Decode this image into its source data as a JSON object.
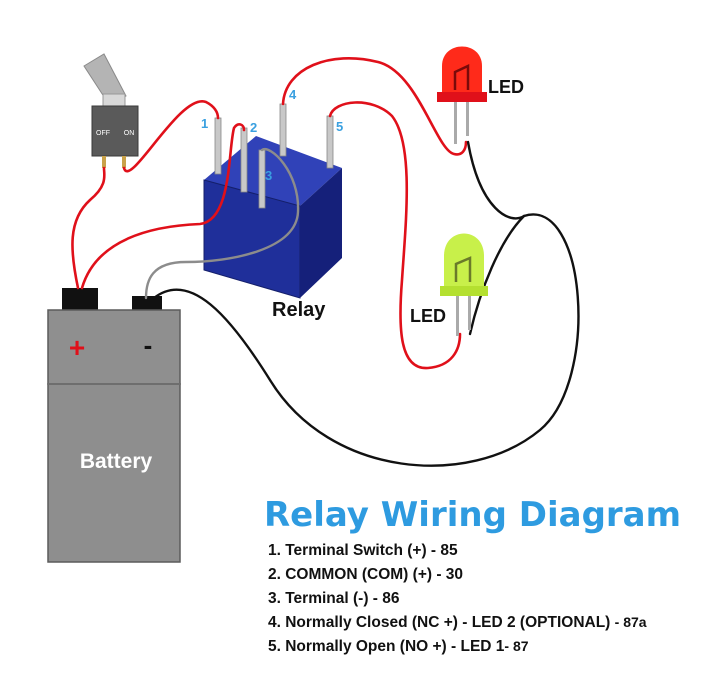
{
  "diagram": {
    "title": "Relay Wiring Diagram",
    "relay_label": "Relay",
    "battery_label": "Battery",
    "battery_plus": "+",
    "battery_minus": "-",
    "switch_off": "OFF",
    "switch_on": "ON",
    "led_top_label": "LED",
    "led_bottom_label": "LED",
    "pins": [
      "1",
      "2",
      "3",
      "4",
      "5"
    ],
    "legend": [
      {
        "text": "1. Terminal Switch (+) - 85",
        "code": ""
      },
      {
        "text": "2. COMMON (COM) (+) - 30",
        "code": ""
      },
      {
        "text": "3. Terminal (-) - 86",
        "code": ""
      },
      {
        "text": "4. Normally Closed (NC +) - LED 2 (OPTIONAL) ",
        "code": "- 87a"
      },
      {
        "text": "5. Normally Open (NO +) - LED 1",
        "code": "- 87"
      }
    ]
  },
  "colors": {
    "title": "#2e9be0",
    "pin_labels": "#3aa0e0",
    "wire_red": "#e0101a",
    "wire_black": "#111111",
    "relay_body": "#1f2f9a",
    "battery_body": "#8e8e8e",
    "led_red": "#ff2a1a",
    "led_green": "#c8f04a"
  }
}
